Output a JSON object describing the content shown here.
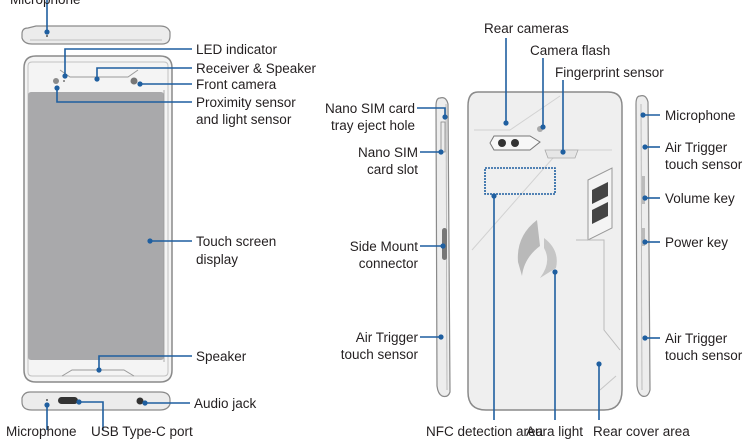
{
  "colors": {
    "callout": "#1f5fa0",
    "body_fill": "#efefef",
    "body_stroke": "#8a8a8a",
    "screen": "#a9a9ab",
    "text": "#231f20"
  },
  "front_view": {
    "top_edge": {
      "labels": {
        "microphone": "Microphone"
      }
    },
    "front": {
      "labels": {
        "led": "LED indicator",
        "receiver": "Receiver & Speaker",
        "front_camera": "Front camera",
        "proximity_1": "Proximity sensor",
        "proximity_2": "and light sensor",
        "touch_1": "Touch screen",
        "touch_2": "display",
        "speaker": "Speaker"
      }
    },
    "bottom_edge": {
      "labels": {
        "audio_jack": "Audio jack",
        "microphone": "Microphone",
        "usb": "USB Type-C port"
      }
    }
  },
  "rear_view": {
    "labels": {
      "rear_cameras": "Rear cameras",
      "camera_flash": "Camera flash",
      "fingerprint": "Fingerprint sensor",
      "sim_eject_1": "Nano SIM card",
      "sim_eject_2": "tray eject hole",
      "sim_slot_1": "Nano SIM",
      "sim_slot_2": "card slot",
      "side_mount_1": "Side Mount",
      "side_mount_2": "connector",
      "air_left_1": "Air Trigger",
      "air_left_2": "touch sensor",
      "microphone": "Microphone",
      "air_right_top_1": "Air Trigger",
      "air_right_top_2": "touch sensor",
      "volume": "Volume key",
      "power": "Power key",
      "air_right_bot_1": "Air Trigger",
      "air_right_bot_2": "touch sensor",
      "nfc": "NFC detection area",
      "aura": "Aura light",
      "rear_cover": "Rear cover area"
    }
  }
}
